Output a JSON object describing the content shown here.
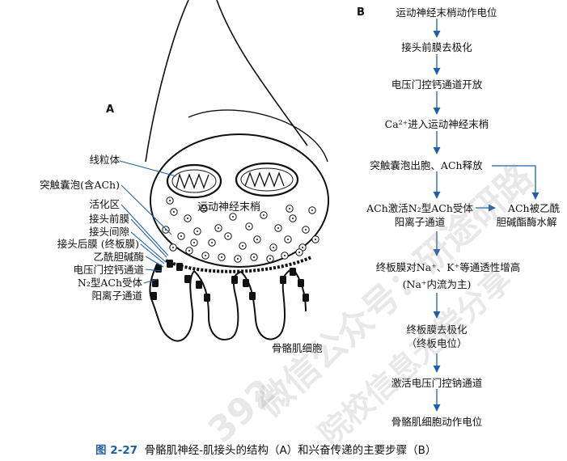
{
  "panel_a": {
    "letter": "A",
    "labels": {
      "mitochondria": "线粒体",
      "vesicle": "突触囊泡(含ACh)",
      "active_zone": "活化区",
      "prejunctional_membrane": "接头前膜",
      "junctional_cleft": "接头间隙",
      "postjunctional_membrane": "接头后膜 (终板膜)",
      "ache": "乙酰胆碱酶",
      "ca_channel": "电压门控钙通道",
      "n2_receptor_line1": "N₂型ACh受体",
      "n2_receptor_line2": "阳离子通道",
      "terminal": "运动神经末梢",
      "muscle_cell": "骨骼肌细胞"
    }
  },
  "panel_b": {
    "letter": "B",
    "steps": [
      "运动神经末梢动作电位",
      "接头前膜去极化",
      "电压门控钙通道开放",
      "Ca²⁺进入运动神经末梢",
      "突触囊泡出胞、ACh释放",
      "ACh激活N₂型ACh受体",
      "阳离子通道",
      "终板膜对Na⁺、K⁺等通透性增高",
      "(Na⁺内流为主)",
      "终板膜去极化",
      "（终板电位）",
      "激活电压门控钠通道",
      "骨骼肌细胞动作电位"
    ],
    "side_branch_line1": "ACh被乙酰",
    "side_branch_line2": "胆碱酯酶水解"
  },
  "caption": {
    "figure_number": "图 2-27",
    "text": "骨骼肌神经-肌接头的结构（A）和兴奋传递的主要步骤（B）"
  },
  "watermark_lines": [
    "微信公众号：研途研路",
    "院校信息无偿分享",
    "392"
  ],
  "colors": {
    "line": "#111111",
    "arrow": "#1f5fa8",
    "caption_accent": "#1f5fa8"
  }
}
